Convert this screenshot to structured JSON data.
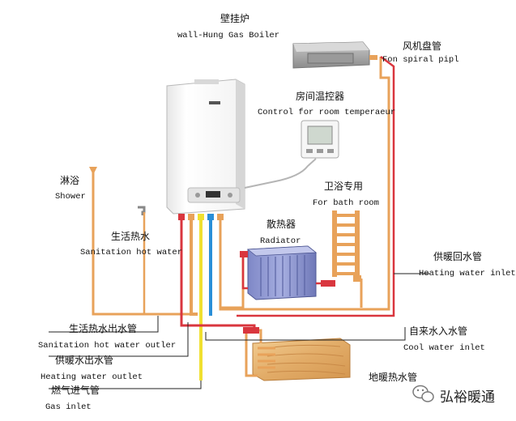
{
  "labels": {
    "boiler_cn": "壁挂炉",
    "boiler_en": "wall-Hung Gas Boiler",
    "fan_coil_cn": "风机盘管",
    "fan_coil_en": "Fon spiral pipl",
    "thermostat_cn": "房间温控器",
    "thermostat_en": "Control for room temperaeur",
    "shower_cn": "淋浴",
    "shower_en": "Shower",
    "bathroom_cn": "卫浴专用",
    "bathroom_en": "For bath room",
    "sanitation_cn": "生活热水",
    "sanitation_en": "Sanitation hot water",
    "radiator_cn": "散热器",
    "radiator_en": "Radiator",
    "heating_inlet_cn": "供暖回水管",
    "heating_inlet_en": "Heating water inlet",
    "sanitation_outlet_cn": "生活热水出水管",
    "sanitation_outlet_en": "Sanitation hot water outler",
    "cool_inlet_cn": "自来水入水管",
    "cool_inlet_en": "Cool water inlet",
    "heating_outlet_cn": "供暖水出水管",
    "heating_outlet_en": "Heating water outlet",
    "floor_heating_cn": "地暖热水管",
    "gas_inlet_cn": "燃气进气管",
    "gas_inlet_en": "Gas inlet"
  },
  "watermark": {
    "text": "弘裕暖通",
    "icon": "wechat-icon"
  },
  "colors": {
    "hot_pipe": "#e8a25a",
    "return_pipe": "#d9363e",
    "cold_pipe": "#2a8fd8",
    "gas_pipe": "#f0e030",
    "radiator": "#8a93cf",
    "floor_wood": "#e8b87a"
  }
}
